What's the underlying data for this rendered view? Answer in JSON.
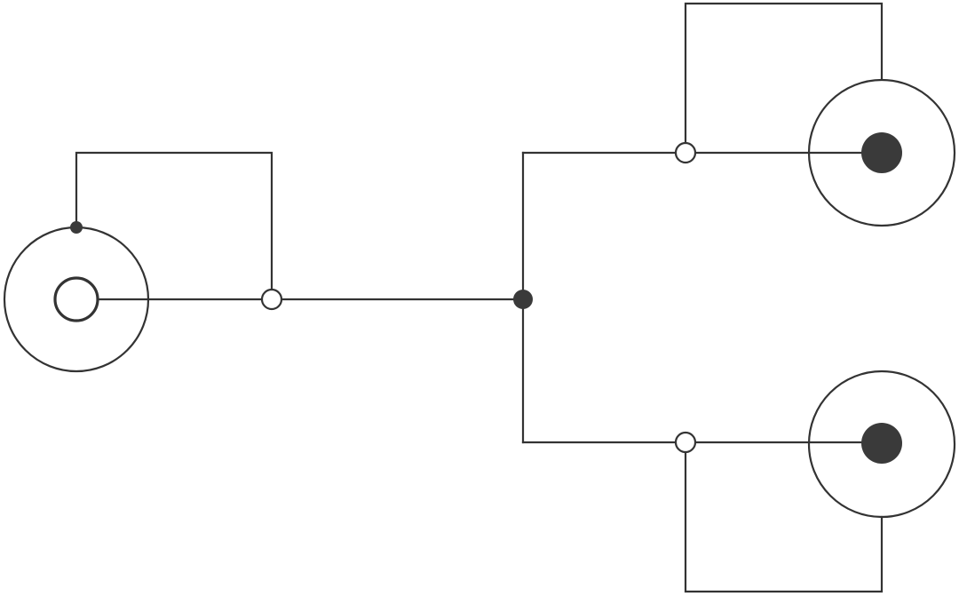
{
  "diagram": {
    "kind": "connector wiring schematic",
    "colors": {
      "line": "#333333",
      "solid_fill": "#3a3a3a",
      "background": "#ffffff"
    },
    "connectors": [
      {
        "id": "input-connector",
        "center_pin": "hollow"
      },
      {
        "id": "output-connector-top",
        "center_pin": "solid"
      },
      {
        "id": "output-connector-bottom",
        "center_pin": "solid"
      }
    ],
    "junctions": [
      {
        "id": "splitter-junction",
        "style": "solid"
      },
      {
        "id": "input-shield-crossover",
        "style": "open"
      },
      {
        "id": "output-top-shield-crossover",
        "style": "open"
      },
      {
        "id": "output-bottom-shield-crossover",
        "style": "open"
      }
    ]
  }
}
